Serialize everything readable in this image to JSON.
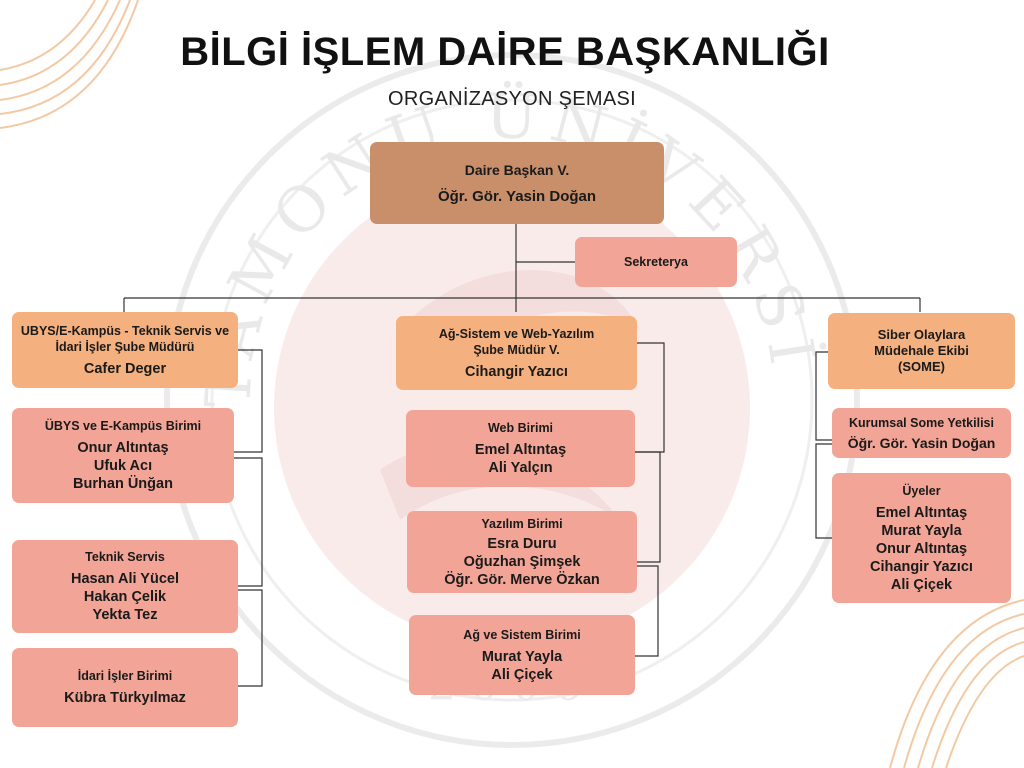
{
  "title": "BİLGİ İŞLEM DAİRE BAŞKANLIĞI",
  "subtitle": "ORGANİZASYON ŞEMASI",
  "watermark": {
    "arc_text": "KASTAMONU ÜNİVERSİTESİ",
    "year": "2006"
  },
  "colors": {
    "head": "#c98f6b",
    "unit_manager": "#f4b07e",
    "team": "#f2a597",
    "connector": "#333333"
  },
  "head": {
    "title": "Daire Başkan V.",
    "names": [
      "Öğr. Gör. Yasin Doğan"
    ]
  },
  "secretariat": {
    "title": "Sekreterya"
  },
  "left": {
    "manager": {
      "title": "UBYS/E-Kampüs - Teknik Servis ve İdari İşler Şube Müdürü",
      "names": [
        "Cafer Deger"
      ]
    },
    "teams": [
      {
        "title": "ÜBYS ve E-Kampüs Birimi",
        "names": [
          "Onur Altıntaş",
          "Ufuk Acı",
          "Burhan Ünğan"
        ]
      },
      {
        "title": "Teknik Servis",
        "names": [
          "Hasan Ali Yücel",
          "Hakan Çelik",
          "Yekta Tez"
        ]
      },
      {
        "title": "İdari İşler Birimi",
        "names": [
          "Kübra Türkyılmaz"
        ]
      }
    ]
  },
  "middle": {
    "manager": {
      "title": "Ağ-Sistem ve Web-Yazılım Şube Müdür V.",
      "names": [
        "Cihangir Yazıcı"
      ]
    },
    "teams": [
      {
        "title": "Web Birimi",
        "names": [
          "Emel Altıntaş",
          "Ali Yalçın"
        ]
      },
      {
        "title": "Yazılım Birimi",
        "names": [
          "Esra Duru",
          "Oğuzhan Şimşek",
          "Öğr. Gör. Merve Özkan"
        ]
      },
      {
        "title": "Ağ ve Sistem Birimi",
        "names": [
          "Murat Yayla",
          "Ali Çiçek"
        ]
      }
    ]
  },
  "right": {
    "manager": {
      "title": "Siber Olaylara Müdehale Ekibi (SOME)",
      "names": []
    },
    "teams": [
      {
        "title": "Kurumsal Some Yetkilisi",
        "names": [
          "Öğr. Gör. Yasin Doğan"
        ]
      },
      {
        "title": "Üyeler",
        "names": [
          "Emel Altıntaş",
          "Murat Yayla",
          "Onur Altıntaş",
          "Cihangir Yazıcı",
          "Ali Çiçek"
        ]
      }
    ]
  }
}
